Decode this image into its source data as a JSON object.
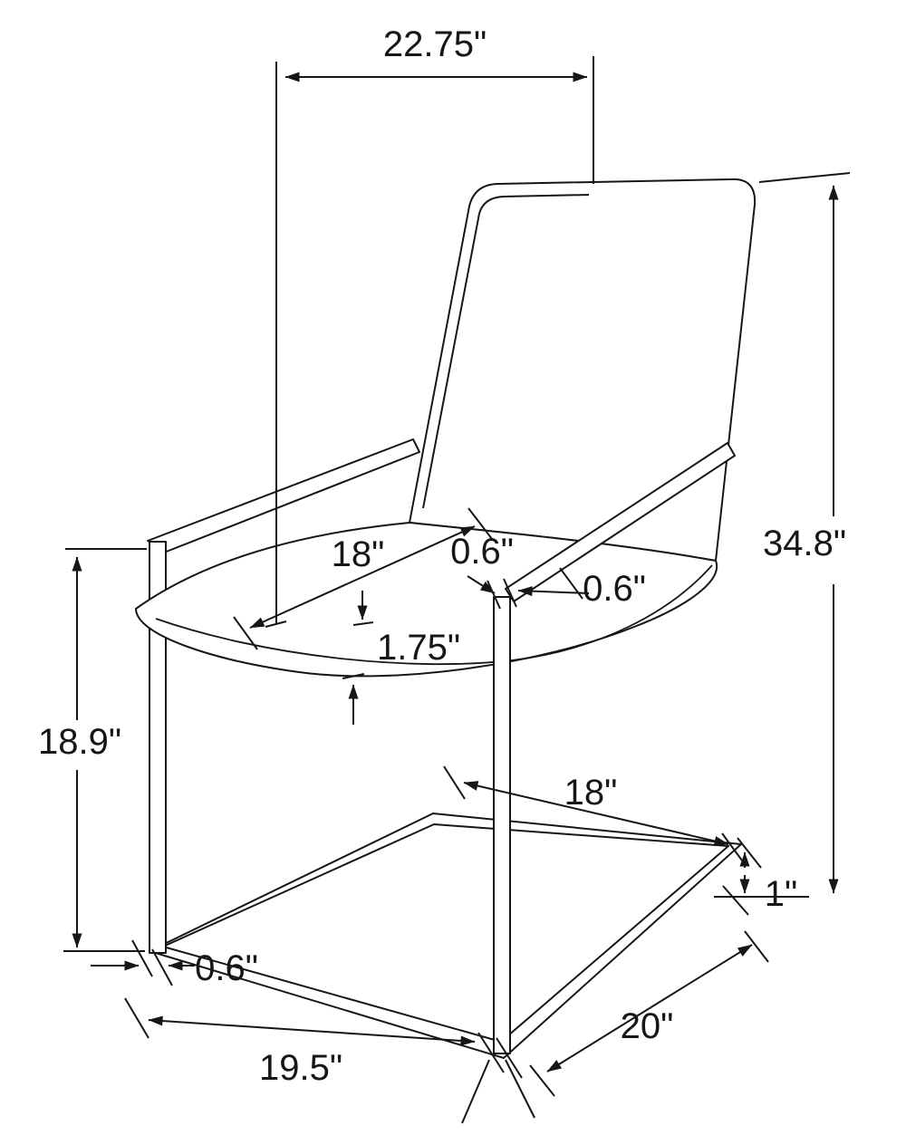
{
  "title": "Chair dimension drawing",
  "colors": {
    "line": "#161616",
    "accent_red": "#e8332a",
    "background": "#ffffff"
  },
  "dims": {
    "top_width": "22.75\"",
    "overall_height": "34.8\"",
    "front_height": "18.9\"",
    "seat_depth": "18\"",
    "post_tube": "0.6\"",
    "arm_tube": "0.6\"",
    "cushion_thickness": "1.75\"",
    "base_span": "18\"",
    "base_tube_height": "1\"",
    "base_tube_width": "0.6\"",
    "base_left_depth": "19.5\"",
    "base_right_depth": "20\""
  }
}
